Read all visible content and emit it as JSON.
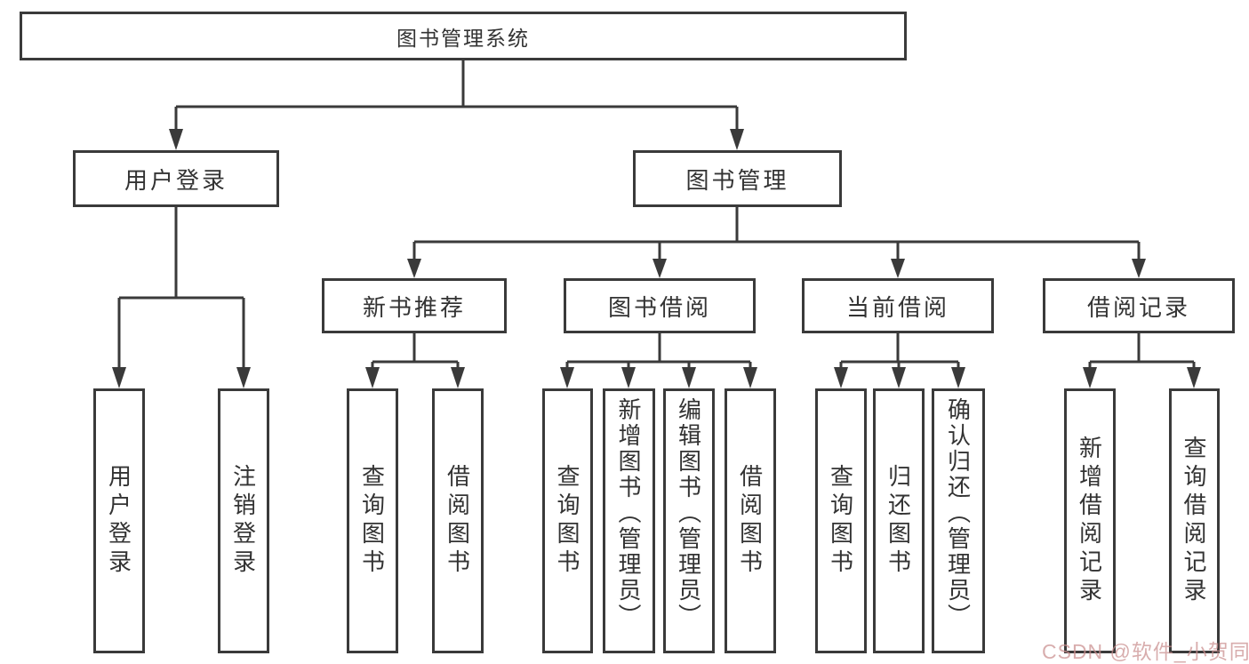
{
  "diagram": {
    "root": {
      "label": "图书管理系统"
    },
    "level2": [
      {
        "label": "用户登录"
      },
      {
        "label": "图书管理"
      }
    ],
    "level3": [
      {
        "label": "新书推荐"
      },
      {
        "label": "图书借阅"
      },
      {
        "label": "当前借阅"
      },
      {
        "label": "借阅记录"
      }
    ],
    "leaves": [
      {
        "label": "用户登录"
      },
      {
        "label": "注销登录"
      },
      {
        "label": "查询图书"
      },
      {
        "label": "借阅图书"
      },
      {
        "label": "查询图书"
      },
      {
        "label": "新增图书（管理员）"
      },
      {
        "label": "编辑图书（管理员）"
      },
      {
        "label": "借阅图书"
      },
      {
        "label": "查询图书"
      },
      {
        "label": "归还图书"
      },
      {
        "label": "确认归还（管理员）"
      },
      {
        "label": "新增借阅记录"
      },
      {
        "label": "查询借阅记录"
      }
    ]
  },
  "watermark": {
    "text": "CSDN @软件_小贺同学"
  },
  "colors": {
    "line": "#3a3a3a",
    "text": "#333333",
    "watermark": "#c98d8d",
    "background": "#ffffff"
  }
}
